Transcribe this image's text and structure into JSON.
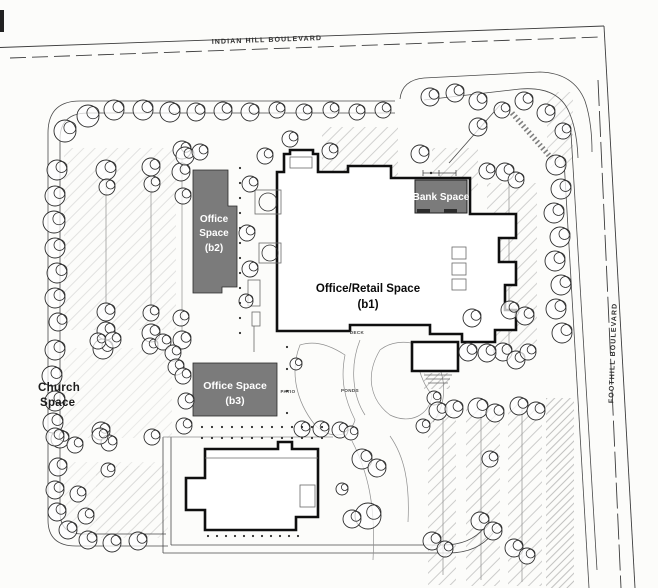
{
  "streets": {
    "indian_hill": "INDIAN HILL BOULEVARD",
    "foothill": "FOOTHILL BOULEVARD"
  },
  "buildings": {
    "b1": {
      "line1": "Office/Retail Space",
      "line2": "(b1)"
    },
    "b2": {
      "line1": "Office",
      "line2": "Space",
      "line3": "(b2)"
    },
    "b3": {
      "line1": "Office Space",
      "line2": "(b3)"
    },
    "bank": {
      "line1": "Bank Space"
    }
  },
  "labels": {
    "church_line1": "Church",
    "church_line2": "Space",
    "deck": "DECK",
    "patio": "PATIO",
    "ponds": "PONDS"
  },
  "colors": {
    "paper": "#fcfcfa",
    "ink": "#2e2e2e",
    "building_outline": "#0f0f0f",
    "shaded_space": "#7b7b7b",
    "shaded_text": "#ffffff",
    "hatch": "#909090"
  }
}
